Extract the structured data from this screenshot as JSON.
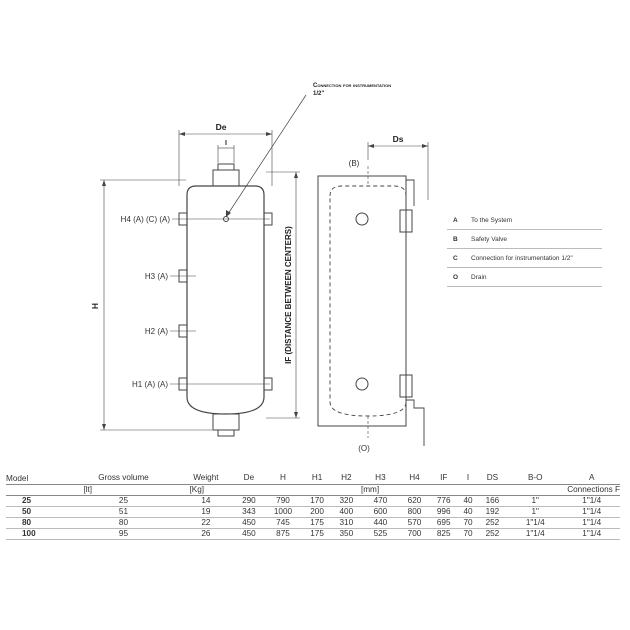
{
  "drawing": {
    "callout": "Connection for instrumentation 1/2\"",
    "dim_de": "De",
    "dim_i": "I",
    "dim_ds": "Ds",
    "dim_h": "H",
    "dim_if": "IF (DISTANCE BETWEEN CENTERS)",
    "label_h4": "H4 (A) (C) (A)",
    "label_h3": "H3 (A)",
    "label_h2": "H2 (A)",
    "label_h1": "H1 (A) (A)",
    "label_b": "(B)",
    "label_o": "(O)"
  },
  "legend": [
    {
      "key": "A",
      "text": "To the System"
    },
    {
      "key": "B",
      "text": "Safety Valve"
    },
    {
      "key": "C",
      "text": "Connection for instrumentation 1/2\""
    },
    {
      "key": "O",
      "text": "Drain"
    }
  ],
  "table": {
    "headers": [
      "Model",
      "Gross volume",
      "Weight",
      "De",
      "H",
      "H1",
      "H2",
      "H3",
      "H4",
      "IF",
      "I",
      "DS",
      "B-O",
      "A"
    ],
    "unit_lt": "[lt]",
    "unit_kg": "[Kg]",
    "unit_mm": "[mm]",
    "unit_conn": "Connections  F",
    "rows": [
      [
        "25",
        "25",
        "14",
        "290",
        "790",
        "170",
        "320",
        "470",
        "620",
        "776",
        "40",
        "166",
        "1\"",
        "1\"1/4"
      ],
      [
        "50",
        "51",
        "19",
        "343",
        "1000",
        "200",
        "400",
        "600",
        "800",
        "996",
        "40",
        "192",
        "1\"",
        "1\"1/4"
      ],
      [
        "80",
        "80",
        "22",
        "450",
        "745",
        "175",
        "310",
        "440",
        "570",
        "695",
        "70",
        "252",
        "1\"1/4",
        "1\"1/4"
      ],
      [
        "100",
        "95",
        "26",
        "450",
        "875",
        "175",
        "350",
        "525",
        "700",
        "825",
        "70",
        "252",
        "1\"1/4",
        "1\"1/4"
      ]
    ]
  }
}
